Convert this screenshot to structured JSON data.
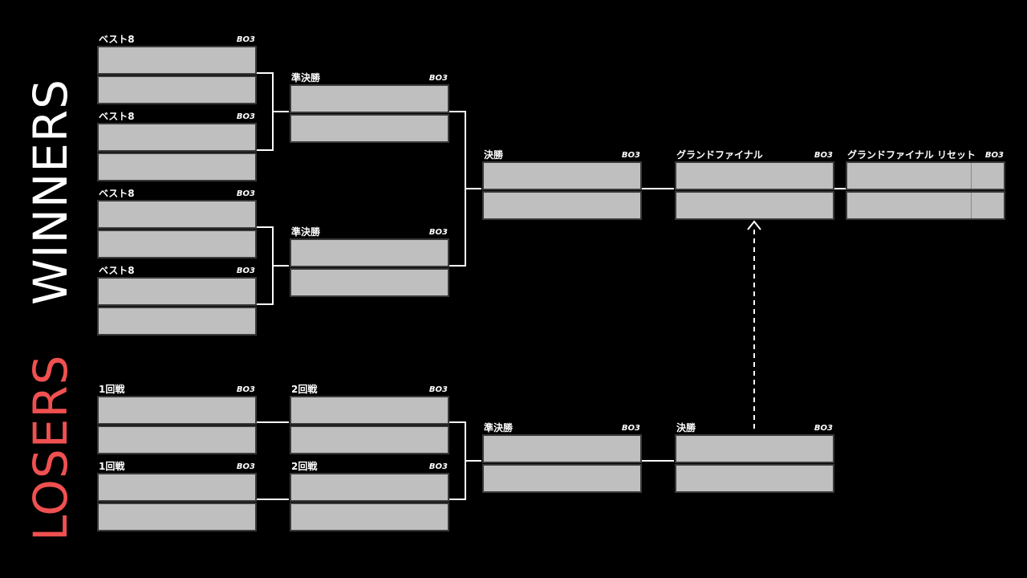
{
  "sections": {
    "winners": "WINNERS",
    "losers": "LOSERS"
  },
  "colors": {
    "background": "#000000",
    "slot": "#bfbfbf",
    "winners_label": "#ffffff",
    "losers_label": "#f05050"
  },
  "format_label": "BO3",
  "matches": [
    {
      "id": "w-best8-1",
      "round": "ベスト8",
      "format": "BO3"
    },
    {
      "id": "w-best8-2",
      "round": "ベスト8",
      "format": "BO3"
    },
    {
      "id": "w-best8-3",
      "round": "ベスト8",
      "format": "BO3"
    },
    {
      "id": "w-best8-4",
      "round": "ベスト8",
      "format": "BO3"
    },
    {
      "id": "w-semi-1",
      "round": "準決勝",
      "format": "BO3"
    },
    {
      "id": "w-semi-2",
      "round": "準決勝",
      "format": "BO3"
    },
    {
      "id": "w-final",
      "round": "決勝",
      "format": "BO3"
    },
    {
      "id": "grand-final",
      "round": "グランドファイナル",
      "format": "BO3"
    },
    {
      "id": "grand-final-reset",
      "round": "グランドファイナル リセット",
      "format": "BO3"
    },
    {
      "id": "l-r1-1",
      "round": "1回戦",
      "format": "BO3"
    },
    {
      "id": "l-r1-2",
      "round": "1回戦",
      "format": "BO3"
    },
    {
      "id": "l-r2-1",
      "round": "2回戦",
      "format": "BO3"
    },
    {
      "id": "l-r2-2",
      "round": "2回戦",
      "format": "BO3"
    },
    {
      "id": "l-semi",
      "round": "準決勝",
      "format": "BO3"
    },
    {
      "id": "l-final",
      "round": "決勝",
      "format": "BO3"
    }
  ]
}
